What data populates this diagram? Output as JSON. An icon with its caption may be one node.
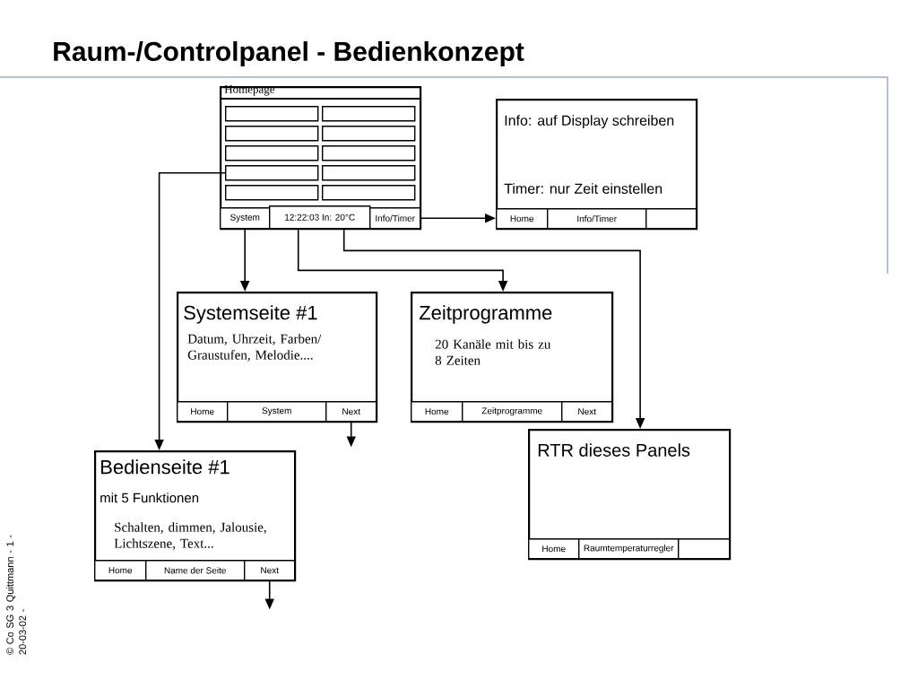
{
  "diagram": {
    "title": "Raum-/Controlpanel - Bedienkonzept",
    "nodes": [
      {
        "text": [
          "Homepage"
        ]
      },
      {
        "text": [],
        "shape": "box",
        "in": 0
      },
      {
        "text": [],
        "shape": "box",
        "in": 0
      },
      {
        "text": [],
        "shape": "box",
        "in": 0
      },
      {
        "text": [],
        "shape": "box",
        "in": 0
      },
      {
        "text": [],
        "shape": "box",
        "in": 0
      },
      {
        "text": [],
        "shape": "box",
        "in": 0
      },
      {
        "text": [],
        "shape": "box",
        "in": 0
      },
      {
        "text": [],
        "shape": "box",
        "in": 0
      },
      {
        "text": [],
        "shape": "box",
        "in": 0
      },
      {
        "text": [],
        "shape": "box",
        "in": 0
      },
      {
        "text": [
          "System"
        ],
        "in": 0
      },
      {
        "text": [
          "12:22:03 In: 20°C"
        ],
        "in": 0
      },
      {
        "text": [
          "Info/Timer"
        ],
        "in": 0
      },
      {
        "text": [
          "Info: auf Display schreiben",
          "Timer: nur Zeit einstellen"
        ]
      },
      {
        "text": [
          "Home"
        ],
        "in": 14
      },
      {
        "text": [
          "Info/Timer"
        ],
        "in": 14
      },
      {
        "text": [],
        "shape": "box",
        "in": 14
      },
      {
        "text": [
          "Systemseite #1",
          "Datum, Uhrzeit, Farben/ Graustufen, Melodie...."
        ]
      },
      {
        "text": [
          "Home"
        ],
        "in": 18
      },
      {
        "text": [
          "System"
        ],
        "in": 18
      },
      {
        "text": [
          "Next"
        ],
        "in": 18
      },
      {
        "text": [
          "Zeitprogramme",
          "20 Kanäle mit bis zu 8 Zeiten"
        ]
      },
      {
        "text": [
          "Home"
        ],
        "in": 22
      },
      {
        "text": [
          "Zeitprogramme"
        ],
        "in": 22
      },
      {
        "text": [
          "Next"
        ],
        "in": 22
      },
      {
        "text": [
          "Bedienseite #1",
          "mit 5 Funktionen",
          "Schalten, dimmen, Jalousie, Lichtszene, Text..."
        ]
      },
      {
        "text": [
          "Home"
        ],
        "in": 26
      },
      {
        "text": [
          "Name der Seite"
        ],
        "in": 26
      },
      {
        "text": [
          "Next"
        ],
        "in": 26
      },
      {
        "text": [
          "RTR dieses Panels"
        ]
      },
      {
        "text": [
          "Home"
        ],
        "in": 30
      },
      {
        "text": [
          "Raumtemperaturregler"
        ],
        "in": 30
      },
      {
        "text": [],
        "shape": "box",
        "in": 30
      }
    ],
    "edges": [
      {
        "from": 13,
        "to": 14,
        "arrow": "to"
      },
      {
        "from": 11,
        "to": 18,
        "arrow": "to"
      },
      {
        "from": 12,
        "to": 22,
        "arrow": "to"
      },
      {
        "from": 12,
        "to": 30,
        "arrow": "to"
      },
      {
        "from": 7,
        "to": 26,
        "arrow": "to"
      },
      {
        "from": 21,
        "to": null,
        "arrow": "to"
      },
      {
        "from": 29,
        "to": null,
        "arrow": "to"
      }
    ],
    "labels": [
      "© Co SG 3 Quittmann - 1 - 20-03-02 -"
    ]
  }
}
